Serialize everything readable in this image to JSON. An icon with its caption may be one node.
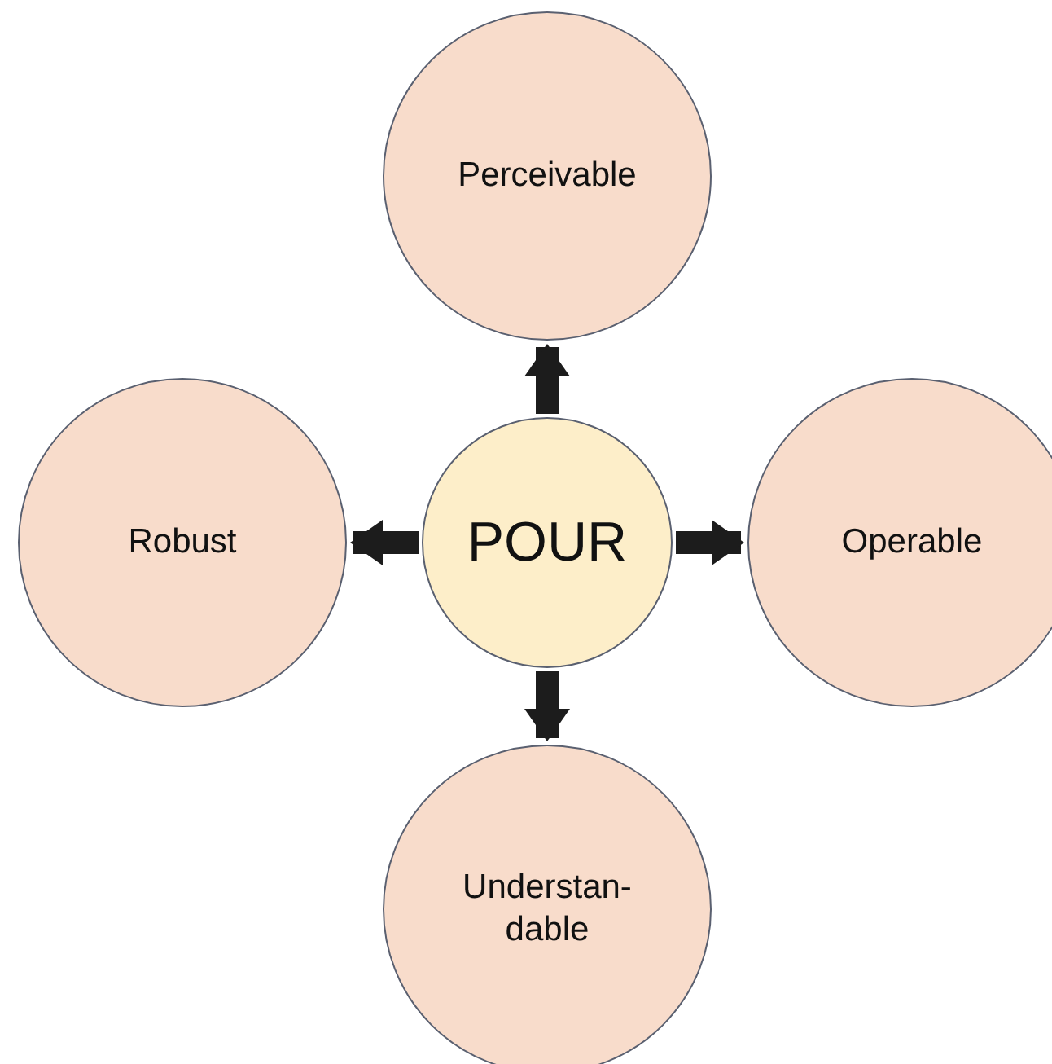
{
  "diagram": {
    "nodes": [
      {
        "text": [
          "POUR"
        ]
      },
      {
        "text": [
          "Perceivable"
        ]
      },
      {
        "text": [
          "Operable"
        ]
      },
      {
        "text": [
          "Understan- dable"
        ]
      },
      {
        "text": [
          "Robust"
        ]
      }
    ],
    "edges": [
      {
        "from": 0,
        "to": 1,
        "arrow": "to"
      },
      {
        "from": 0,
        "to": 2,
        "arrow": "to"
      },
      {
        "from": 0,
        "to": 3,
        "arrow": "to"
      },
      {
        "from": 0,
        "to": 4,
        "arrow": "to"
      }
    ]
  }
}
